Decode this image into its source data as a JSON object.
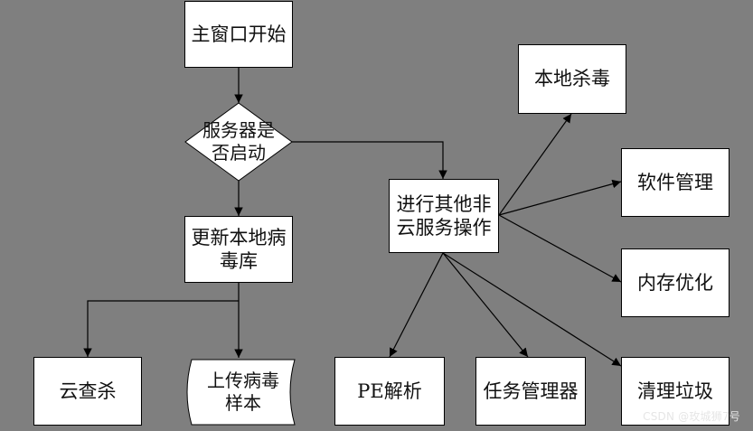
{
  "nodes": {
    "start": "主窗口开始",
    "decision": "服务器是否启动",
    "update": "更新本地病毒库",
    "other_ops": "进行其他非云服务操作",
    "cloud_kill": "云查杀",
    "upload": "上传病毒样本",
    "pe": "PE解析",
    "task_mgr": "任务管理器",
    "clean": "清理垃圾",
    "local_kill": "本地杀毒",
    "software": "软件管理",
    "memory": "内存优化"
  },
  "watermark": "CSDN @玫城狮7号"
}
